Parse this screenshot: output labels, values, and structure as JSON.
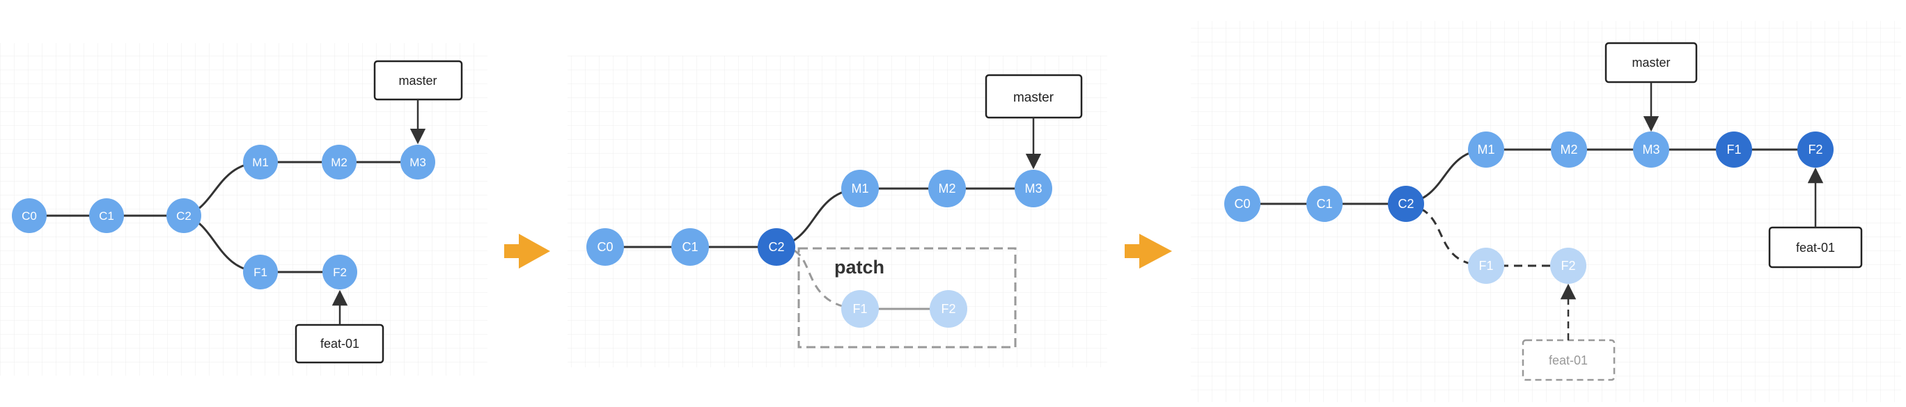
{
  "panels": [
    {
      "nodes": {
        "c0": "C0",
        "c1": "C1",
        "c2": "C2",
        "m1": "M1",
        "m2": "M2",
        "m3": "M3",
        "f1": "F1",
        "f2": "F2"
      },
      "labels": {
        "master": "master",
        "feature": "feat-01"
      }
    },
    {
      "nodes": {
        "c0": "C0",
        "c1": "C1",
        "c2": "C2",
        "m1": "M1",
        "m2": "M2",
        "m3": "M3",
        "f1": "F1",
        "f2": "F2"
      },
      "labels": {
        "master": "master",
        "patch": "patch"
      }
    },
    {
      "nodes": {
        "c0": "C0",
        "c1": "C1",
        "c2": "C2",
        "m1": "M1",
        "m2": "M2",
        "m3": "M3",
        "f1": "F1",
        "f2": "F2",
        "f1_new": "F1",
        "f2_new": "F2"
      },
      "labels": {
        "master": "master",
        "feature_new": "feat-01",
        "feature_old": "feat-01"
      }
    }
  ],
  "colors": {
    "commit": "#6aa8ec",
    "commit_highlight": "#2e6fcf",
    "commit_faded": "#b9d6f6",
    "arrow": "#f2a52a",
    "line": "#333333",
    "grid": "#e9e9e9"
  }
}
